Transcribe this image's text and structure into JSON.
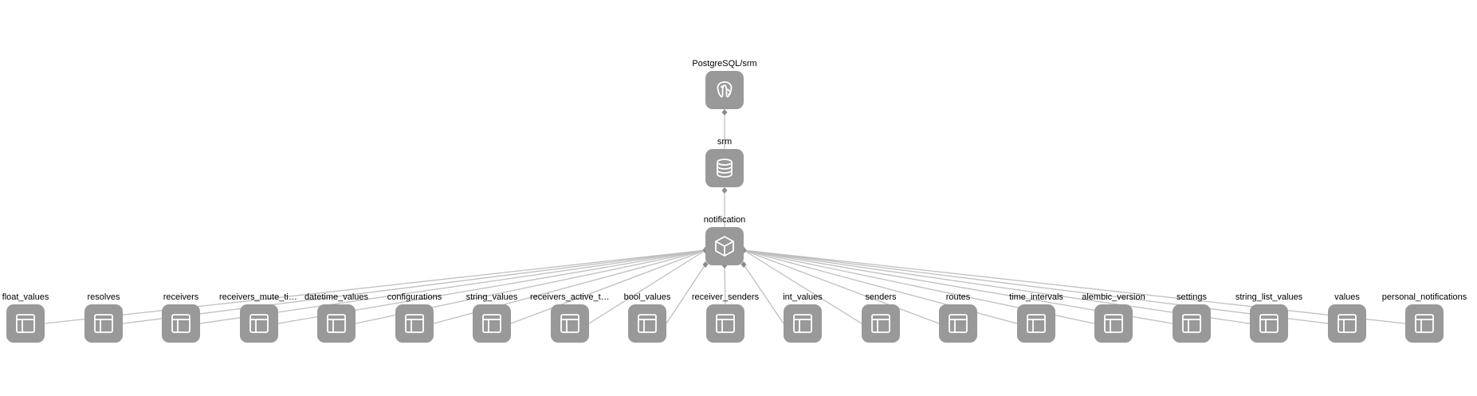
{
  "colors": {
    "node_fill": "#999999",
    "icon_stroke": "#ffffff",
    "edge": "#bfbfbf",
    "edge_marker": "#8c8c8c",
    "label": "#000000"
  },
  "nodes": {
    "root": {
      "label": "PostgreSQL/srm",
      "icon": "postgresql-elephant-icon"
    },
    "database": {
      "label": "srm",
      "icon": "database-icon"
    },
    "schema": {
      "label": "notification",
      "icon": "cube-icon"
    }
  },
  "tables": [
    {
      "label": "float_values",
      "icon": "table-icon"
    },
    {
      "label": "resolves",
      "icon": "table-icon"
    },
    {
      "label": "receivers",
      "icon": "table-icon"
    },
    {
      "label": "receivers_mute_time_...",
      "icon": "table-icon"
    },
    {
      "label": "datetime_values",
      "icon": "table-icon"
    },
    {
      "label": "configurations",
      "icon": "table-icon"
    },
    {
      "label": "string_values",
      "icon": "table-icon"
    },
    {
      "label": "receivers_active_time...",
      "icon": "table-icon"
    },
    {
      "label": "bool_values",
      "icon": "table-icon"
    },
    {
      "label": "receiver_senders",
      "icon": "table-icon"
    },
    {
      "label": "int_values",
      "icon": "table-icon"
    },
    {
      "label": "senders",
      "icon": "table-icon"
    },
    {
      "label": "routes",
      "icon": "table-icon"
    },
    {
      "label": "time_intervals",
      "icon": "table-icon"
    },
    {
      "label": "alembic_version",
      "icon": "table-icon"
    },
    {
      "label": "settings",
      "icon": "table-icon"
    },
    {
      "label": "string_list_values",
      "icon": "table-icon"
    },
    {
      "label": "values",
      "icon": "table-icon"
    },
    {
      "label": "personal_notifications",
      "icon": "table-icon"
    }
  ]
}
